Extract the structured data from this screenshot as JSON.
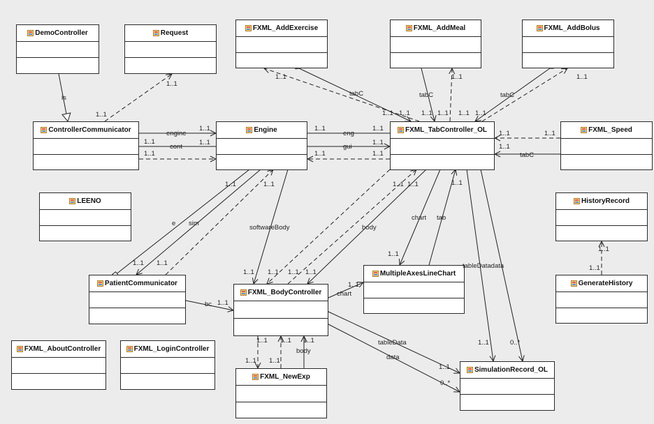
{
  "classes": {
    "DemoController": "DemoController",
    "Request": "Request",
    "FXML_AddExercise": "FXML_AddExercise",
    "FXML_AddMeal": "FXML_AddMeal",
    "FXML_AddBolus": "FXML_AddBolus",
    "ControllerCommunicator": "ControllerCommunicator",
    "Engine": "Engine",
    "FXML_TabController_OL": "FXML_TabController_OL",
    "FXML_Speed": "FXML_Speed",
    "LEENO": "LEENO",
    "HistoryRecord": "HistoryRecord",
    "PatientCommunicator": "PatientCommunicator",
    "FXML_BodyController": "FXML_BodyController",
    "MultipleAxesLineChart": "MultipleAxesLineChart",
    "GenerateHistory": "GenerateHistory",
    "FXML_AboutController": "FXML_AboutController",
    "FXML_LoginController": "FXML_LoginController",
    "SimulationRecord_OL": "SimulationRecord_OL",
    "FXML_NewExp": "FXML_NewExp"
  },
  "labels": {
    "is": "is",
    "one_one": "1..1",
    "zero_many": "0..*",
    "engine": "engine",
    "cont": "cont",
    "eng": "eng",
    "gui": "gui",
    "tabC": "tabC",
    "e": "e",
    "sim": "sim",
    "softwareBody": "softwareBody",
    "body": "body",
    "chart": "chart",
    "tab": "tab",
    "tableDatadata": "tableDatadata",
    "bc": "bc",
    "tableData": "tableData",
    "data": "data"
  },
  "colors": {
    "background": "#ececec",
    "box_fill": "#ffffff",
    "line": "#2a2a2a"
  },
  "icon": "class-icon"
}
